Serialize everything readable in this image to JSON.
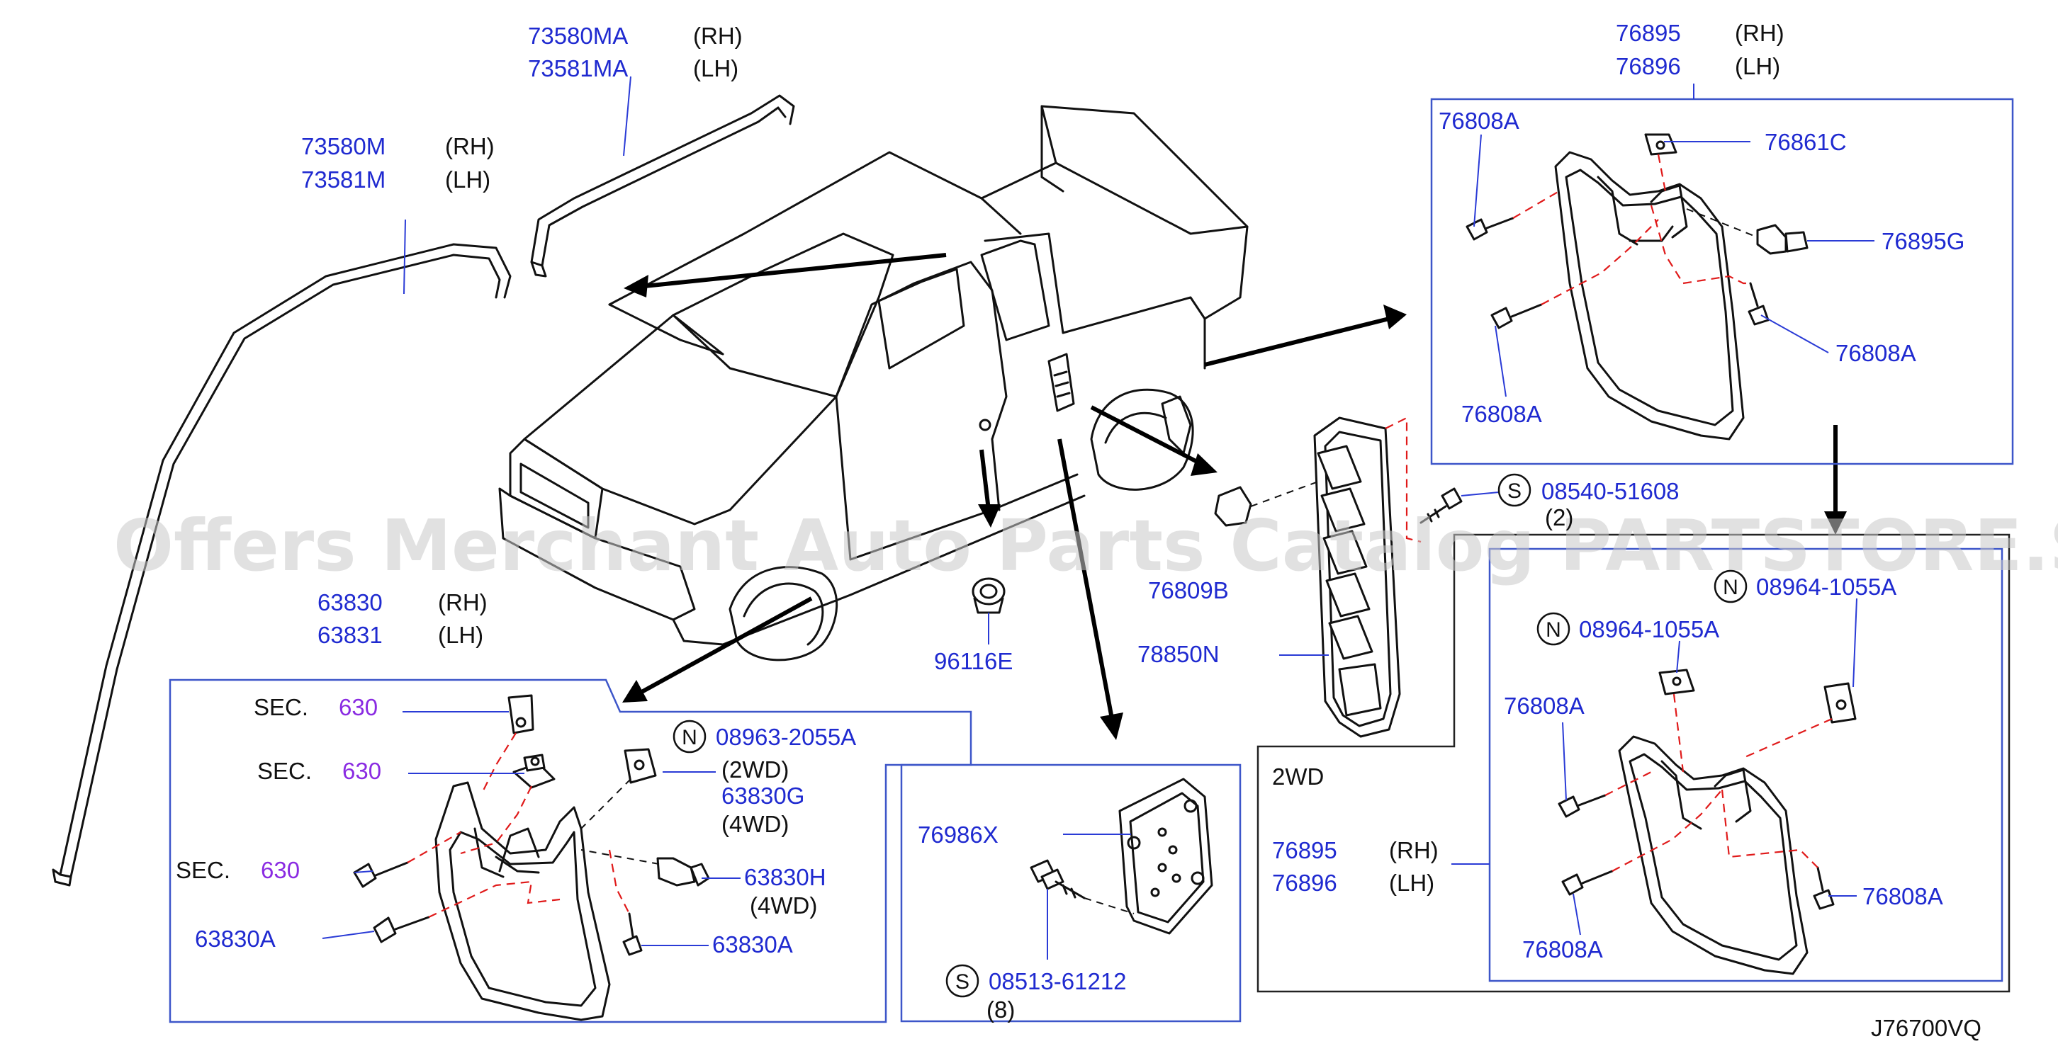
{
  "watermark": "Offers Merchant Auto Parts Catalog PARTSTORE.SA",
  "diagram_code": "J76700VQ",
  "labels": {
    "rh": "(RH)",
    "lh": "(LH)",
    "wd2": "(2WD)",
    "wd4": "(4WD)",
    "wd2_box": "2WD",
    "sec": "SEC.",
    "qty_8": "(8)",
    "qty_2": "(2)"
  },
  "parts": {
    "p73580MA": "73580MA",
    "p73581MA": "73581MA",
    "p73580M": "73580M",
    "p73581M": "73581M",
    "p63830": "63830",
    "p63831": "63831",
    "sec630": "630",
    "p08963_2055A": "08963-2055A",
    "p63830G": "63830G",
    "p63830H": "63830H",
    "p63830A": "63830A",
    "p96116E": "96116E",
    "p76986X": "76986X",
    "p08513_61212": "08513-61212",
    "p76809B": "76809B",
    "p78850N": "78850N",
    "p08540_51608": "08540-51608",
    "p76895": "76895",
    "p76896": "76896",
    "p76808A": "76808A",
    "p76861C": "76861C",
    "p76895G": "76895G",
    "p08964_1055A": "08964-1055A"
  },
  "symbols": {
    "n": "N",
    "s": "S"
  },
  "colors": {
    "part_number": "#1f2ad0",
    "section_ref": "#8a2be2",
    "box_outline": "#3d56c9",
    "dash_red": "#e01a1a"
  }
}
